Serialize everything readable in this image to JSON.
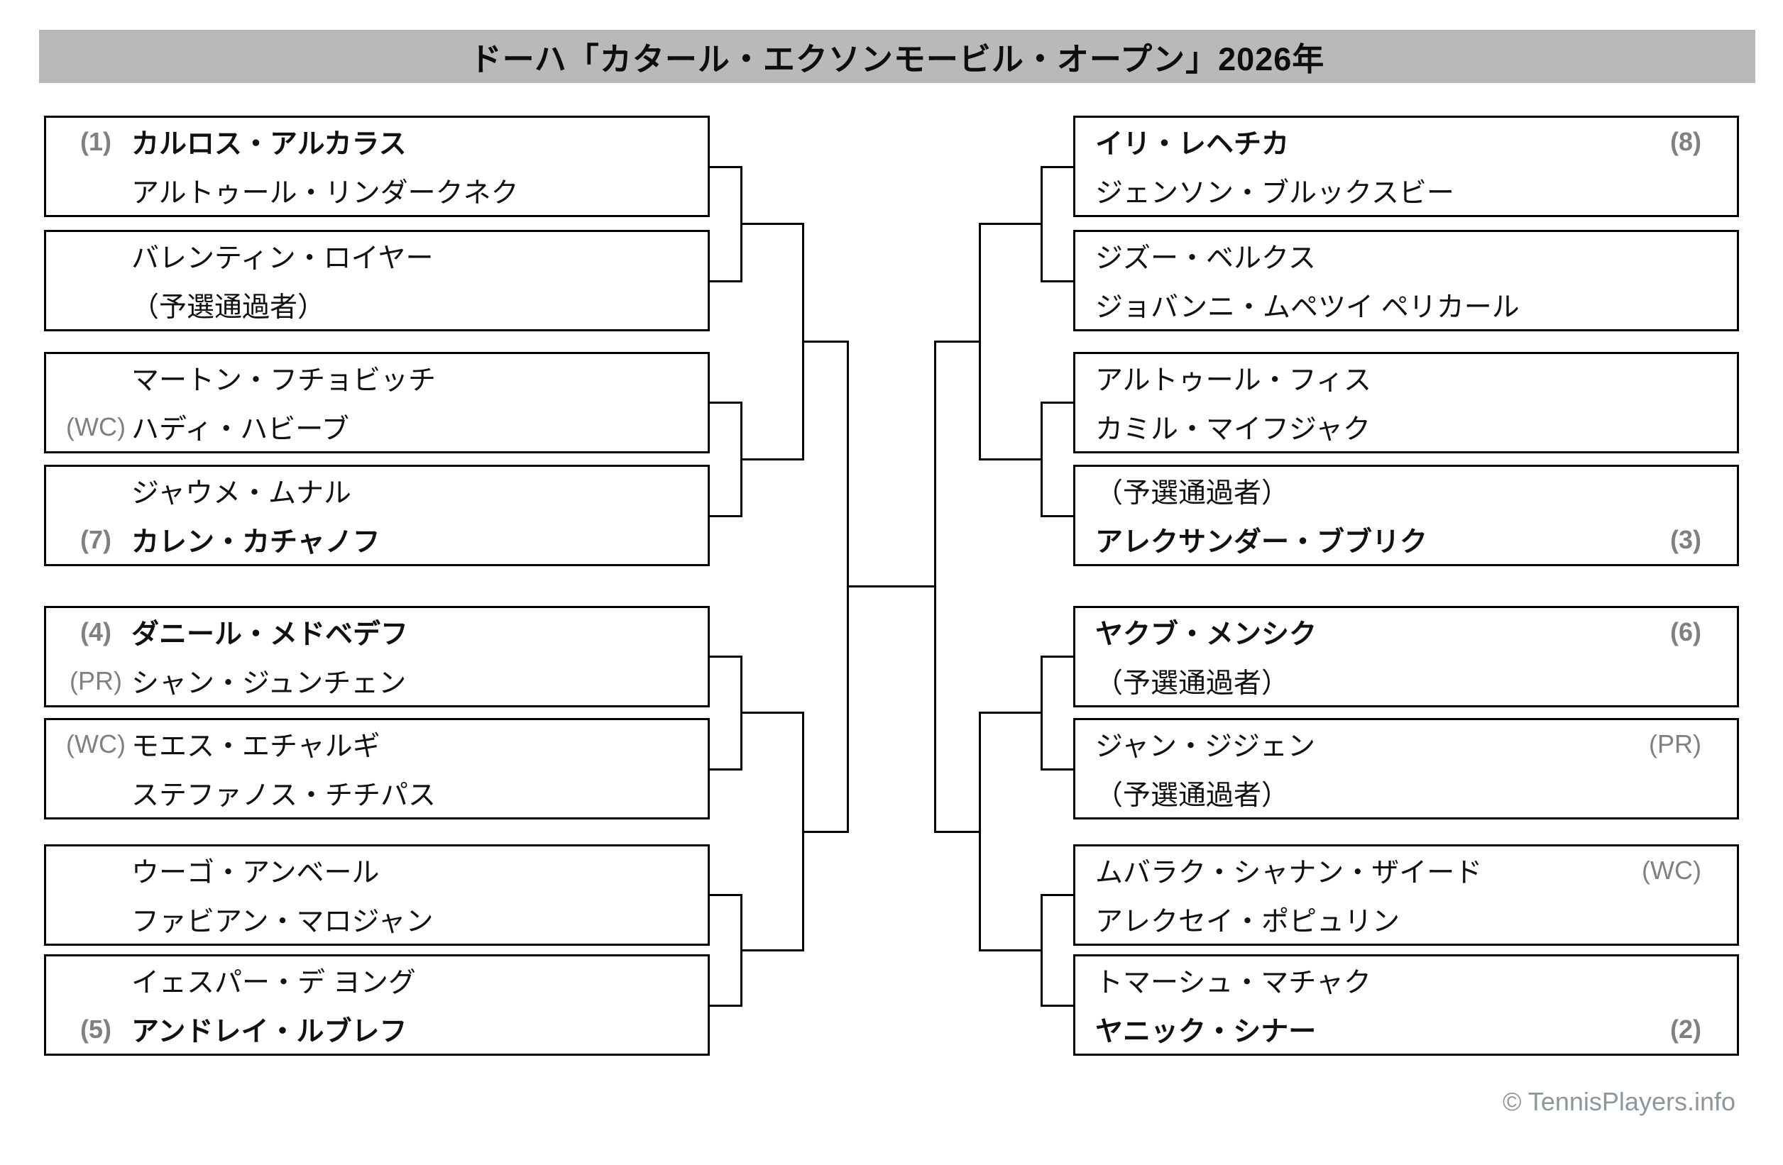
{
  "title": "ドーハ「カタール・エクソンモービル・オープン」2026年",
  "footer": "© TennisPlayers.info",
  "colors": {
    "title_bar_bg": "#b9b9b9",
    "seed_label": "#808080",
    "bracket_line": "#000000",
    "player_text": "#111111",
    "footer_text": "#8d969d"
  },
  "labels": {
    "qualifier": "（予選通過者）"
  },
  "matches_left": [
    {
      "players": [
        {
          "seed": "(1)",
          "name": "カルロス・アルカラス",
          "bold": true
        },
        {
          "seed": "",
          "name": "アルトゥール・リンダークネク",
          "bold": false
        }
      ]
    },
    {
      "players": [
        {
          "seed": "",
          "name": "バレンティン・ロイヤー",
          "bold": false
        },
        {
          "seed": "",
          "name": "（予選通過者）",
          "bold": false
        }
      ]
    },
    {
      "players": [
        {
          "seed": "",
          "name": "マートン・フチョビッチ",
          "bold": false
        },
        {
          "seed": "(WC)",
          "name": "ハディ・ハビーブ",
          "bold": false
        }
      ]
    },
    {
      "players": [
        {
          "seed": "",
          "name": "ジャウメ・ムナル",
          "bold": false
        },
        {
          "seed": "(7)",
          "name": "カレン・カチャノフ",
          "bold": true
        }
      ]
    },
    {
      "players": [
        {
          "seed": "(4)",
          "name": "ダニール・メドベデフ",
          "bold": true
        },
        {
          "seed": "(PR)",
          "name": "シャン・ジュンチェン",
          "bold": false
        }
      ]
    },
    {
      "players": [
        {
          "seed": "(WC)",
          "name": "モエス・エチャルギ",
          "bold": false
        },
        {
          "seed": "",
          "name": "ステファノス・チチパス",
          "bold": false
        }
      ]
    },
    {
      "players": [
        {
          "seed": "",
          "name": "ウーゴ・アンベール",
          "bold": false
        },
        {
          "seed": "",
          "name": "ファビアン・マロジャン",
          "bold": false
        }
      ]
    },
    {
      "players": [
        {
          "seed": "",
          "name": "イェスパー・デ ヨング",
          "bold": false
        },
        {
          "seed": "(5)",
          "name": "アンドレイ・ルブレフ",
          "bold": true
        }
      ]
    }
  ],
  "matches_right": [
    {
      "players": [
        {
          "seed": "(8)",
          "name": "イリ・レヘチカ",
          "bold": true
        },
        {
          "seed": "",
          "name": "ジェンソン・ブルックスビー",
          "bold": false
        }
      ]
    },
    {
      "players": [
        {
          "seed": "",
          "name": "ジズー・ベルクス",
          "bold": false
        },
        {
          "seed": "",
          "name": "ジョバンニ・ムペツイ ペリカール",
          "bold": false
        }
      ]
    },
    {
      "players": [
        {
          "seed": "",
          "name": "アルトゥール・フィス",
          "bold": false
        },
        {
          "seed": "",
          "name": "カミル・マイフジャク",
          "bold": false
        }
      ]
    },
    {
      "players": [
        {
          "seed": "",
          "name": "（予選通過者）",
          "bold": false
        },
        {
          "seed": "(3)",
          "name": "アレクサンダー・ブブリク",
          "bold": true
        }
      ]
    },
    {
      "players": [
        {
          "seed": "(6)",
          "name": "ヤクブ・メンシク",
          "bold": true
        },
        {
          "seed": "",
          "name": "（予選通過者）",
          "bold": false
        }
      ]
    },
    {
      "players": [
        {
          "seed": "(PR)",
          "name": "ジャン・ジジェン",
          "bold": false
        },
        {
          "seed": "",
          "name": "（予選通過者）",
          "bold": false
        }
      ]
    },
    {
      "players": [
        {
          "seed": "(WC)",
          "name": "ムバラク・シャナン・ザイード",
          "bold": false
        },
        {
          "seed": "",
          "name": "アレクセイ・ポピュリン",
          "bold": false
        }
      ]
    },
    {
      "players": [
        {
          "seed": "",
          "name": "トマーシュ・マチャク",
          "bold": false
        },
        {
          "seed": "(2)",
          "name": "ヤニック・シナー",
          "bold": true
        }
      ]
    }
  ]
}
